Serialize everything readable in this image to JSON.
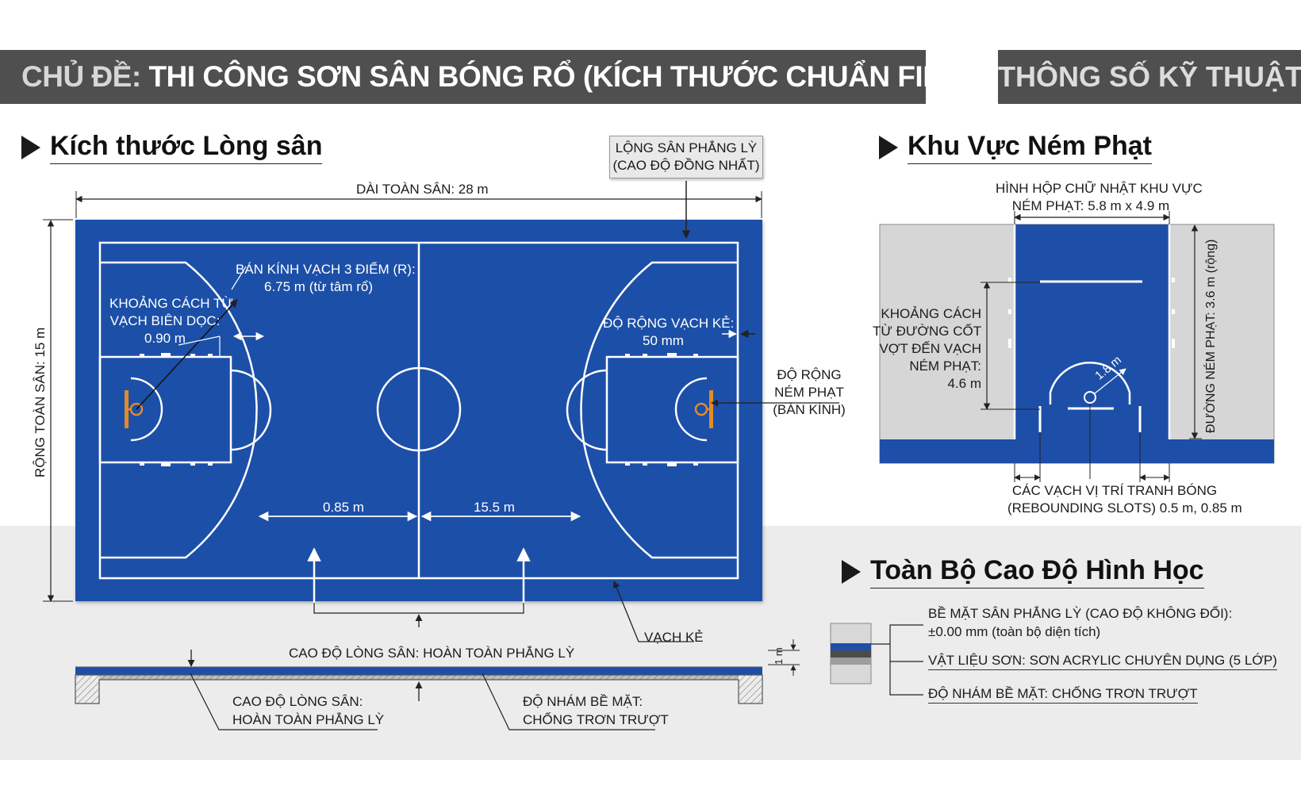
{
  "header": {
    "title_prefix": "CHỦ ĐỀ:",
    "title": "THI CÔNG SƠN SÂN BÓNG RỔ (KÍCH THƯỚC CHUẨN FIBA)",
    "spec_label": "THÔNG SỐ KỸ THUẬT"
  },
  "sections": {
    "court_size": "Kích thước Lòng sân",
    "free_throw": "Khu Vực Ném Phạt",
    "geometry": "Toàn Bộ Cao Độ Hình Học"
  },
  "court": {
    "flat_box": [
      "LỘNG SÂN PHẲNG LỲ",
      "(CAO ĐỘ ĐỒNG NHẤT)"
    ],
    "length_label": "DÀI TOÀN SÂN: 28 m",
    "width_label": "RỘNG TOÀN SÂN: 15 m",
    "three_pt_radius": [
      "BÁN KÍNH VẠCH 3 ĐIỂM (R):",
      "6.75 m (từ tâm rổ)"
    ],
    "sideline_distance": [
      "KHOẢNG CÁCH TỪ",
      "VẠCH BIÊN DỌC:",
      "0.90 m"
    ],
    "line_width": [
      "ĐỘ RỘNG VẠCH KẺ:",
      "50 mm"
    ],
    "free_throw_width": [
      "ĐỘ RỘNG",
      "NÉM PHẠT",
      "(BÁN KÍNH)"
    ],
    "dim_left": "0.85 m",
    "dim_right": "15.5 m",
    "line_marking": "VẠCH KẺ",
    "surface_level": "CAO ĐỘ LÒNG SÂN: HOÀN TOÀN PHẲNG LỲ",
    "section_level": [
      "CAO ĐỘ LÒNG SÂN:",
      "HOÀN TOÀN PHẲNG LỲ"
    ],
    "section_roughness": [
      "ĐỘ NHÁM BỀ MẶT:",
      "CHỐNG TRƠN TRƯỢT"
    ]
  },
  "free_throw": {
    "rect_label": [
      "HÌNH HỘP CHỮ NHẬT KHU VỰC",
      "NÉM PHẠT: 5.8 m x 4.9 m"
    ],
    "baseline_distance": [
      "KHOẢNG CÁCH",
      "TỪ ĐƯỜNG CỐT",
      "VỢT ĐẾN VẠCH",
      "NÉM PHẠT:",
      "4.6 m"
    ],
    "lane_width": "ĐƯỜNG NÉM PHẠT: 3.6 m (rộng)",
    "radius": "1.8 m",
    "rebound_slots": [
      "CÁC VẠCH VỊ TRÍ TRANH BÓNG",
      "(REBOUNDING SLOTS) 0.5 m, 0.85 m"
    ]
  },
  "geometry": {
    "thickness_mark": "1 m",
    "items": [
      [
        "BỀ MẶT SÂN PHẲNG LỲ (CAO ĐỘ KHÔNG ĐỔI):",
        "±0.00 mm (toàn bộ diện tích)"
      ],
      [
        "VẬT LIỆU SƠN: SƠN ACRYLIC CHUYÊN DỤNG (5 LỚP)"
      ],
      [
        "ĐỘ NHÁM BỀ MẶT: CHỐNG TRƠN TRƯỢT"
      ]
    ]
  },
  "colors": {
    "court_blue": "#1e4fa8",
    "apron_grey": "#d6d6d6",
    "header_grey": "#4f4f4f"
  }
}
